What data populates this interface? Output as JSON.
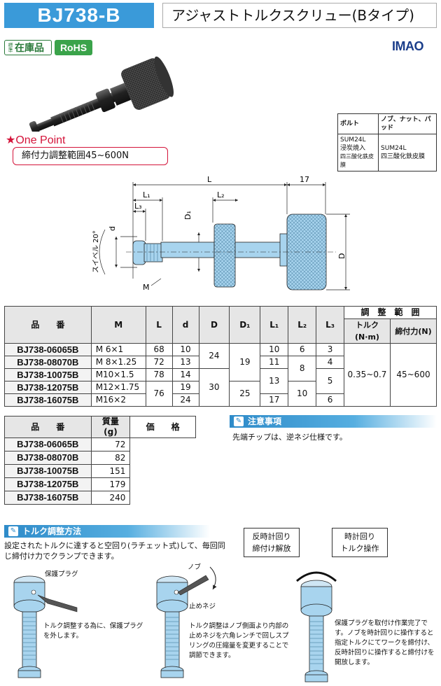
{
  "header": {
    "code": "BJ738-B",
    "title": "アジャストトルクスクリュー(Bタイプ)"
  },
  "badges": {
    "std_small": "標準",
    "std_big": "在庫品",
    "rohs": "RoHS",
    "logo": "IMAO"
  },
  "one_point": {
    "title": "★One Point",
    "text": "締付力調整範囲45~600N"
  },
  "material": {
    "headers": [
      "ボルト",
      "ノブ、ナット、パッド"
    ],
    "bolt": [
      "SUM24L",
      "浸炭焼入",
      "四三酸化鉄皮膜"
    ],
    "knob": [
      "SUM24L",
      "四三酸化鉄皮膜"
    ]
  },
  "drawing": {
    "L": "L",
    "L1": "L₁",
    "L2": "L₂",
    "L3": "L₃",
    "dim17": "17",
    "d": "d",
    "D": "D",
    "D1": "D₁",
    "M": "M",
    "swivel": "スイベル 20°"
  },
  "spec": {
    "headers": {
      "code": "品　　番",
      "M": "M",
      "L": "L",
      "d": "d",
      "D": "D",
      "D1": "D₁",
      "L1": "L₁",
      "L2": "L₂",
      "L3": "L₃",
      "range": "調　整　範　囲",
      "torque": "トルク(N·m)",
      "force": "締付力(N)"
    },
    "rows": [
      {
        "code": "BJ738-06065B",
        "M": "M 6×1",
        "L": "68",
        "d": "10",
        "L1": "10",
        "L3": "3"
      },
      {
        "code": "BJ738-08070B",
        "M": "M 8×1.25",
        "L": "72",
        "d": "13",
        "L1": "11",
        "L3": "4"
      },
      {
        "code": "BJ738-10075B",
        "M": "M10×1.5",
        "L": "78",
        "d": "14"
      },
      {
        "code": "BJ738-12075B",
        "M": "M12×1.75",
        "d": "19"
      },
      {
        "code": "BJ738-16075B",
        "M": "M16×2",
        "d": "24",
        "L1": "17",
        "L3": "6"
      }
    ],
    "merged": {
      "D_a": "24",
      "D_b": "30",
      "D1_a": "19",
      "D1_b": "25",
      "L_b": "76",
      "L1_b": "13",
      "L2_a": "6",
      "L2_b": "8",
      "L2_c": "10",
      "L3_b": "5",
      "torque": "0.35~0.7",
      "force": "45~600"
    }
  },
  "mass": {
    "headers": {
      "code": "品　　番",
      "mass": "質量",
      "unit": "(g)",
      "price": "価　　格"
    },
    "rows": [
      {
        "code": "BJ738-06065B",
        "mass": "72"
      },
      {
        "code": "BJ738-08070B",
        "mass": "82"
      },
      {
        "code": "BJ738-10075B",
        "mass": "151"
      },
      {
        "code": "BJ738-12075B",
        "mass": "179"
      },
      {
        "code": "BJ738-16075B",
        "mass": "240"
      }
    ]
  },
  "notes": {
    "title": "注意事項",
    "text": "先端チップは、逆ネジ仕様です。"
  },
  "torque": {
    "title": "トルク調整方法",
    "text": "設定されたトルクに達すると空回り(ラチェット式)して、毎回同じ締付け力でクランプできます。",
    "fig1_label": "保護プラグ",
    "fig1_caption": "トルク調整する為に、保護プラグを外します。",
    "fig2_label_knob": "ノブ",
    "fig2_label_screw": "止めネジ",
    "fig2_caption": "トルク調整はノブ側面より内部の止めネジを六角レンチで回しスプリングの圧縮量を変更することで調節できます。",
    "callout_left": [
      "反時計回り",
      "締付け解放"
    ],
    "callout_right": [
      "時計回り",
      "トルク操作"
    ],
    "fig3_caption": "保護プラグを取付け作業完了です。ノブを時計回りに操作すると指定トルクにてワークを締付け、反時計回りに操作すると締付けを開放します。"
  }
}
